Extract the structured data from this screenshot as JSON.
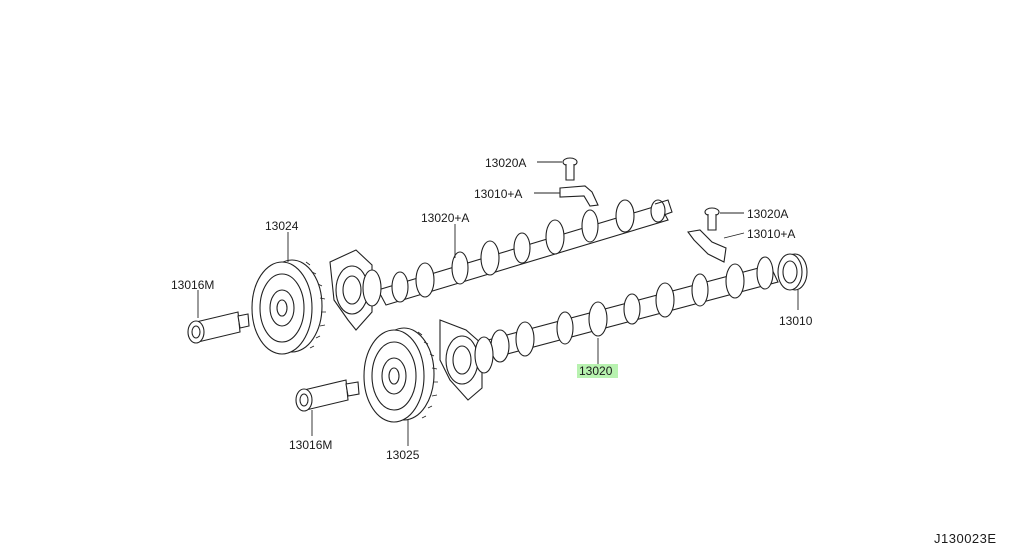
{
  "diagram": {
    "code": "J130023E",
    "highlight_color": "#b8f2b0",
    "labels": {
      "bolt_a": "13020A",
      "bracket_a": "13010+A",
      "camshaft_a": "13020+A",
      "bolt_a_right": "13020A",
      "bracket_a_right": "13010+A",
      "sprocket_upper": "13024",
      "valve_upper": "13016M",
      "cap_right": "13010",
      "camshaft": "13020",
      "valve_lower": "13016M",
      "sprocket_lower": "13025"
    }
  }
}
